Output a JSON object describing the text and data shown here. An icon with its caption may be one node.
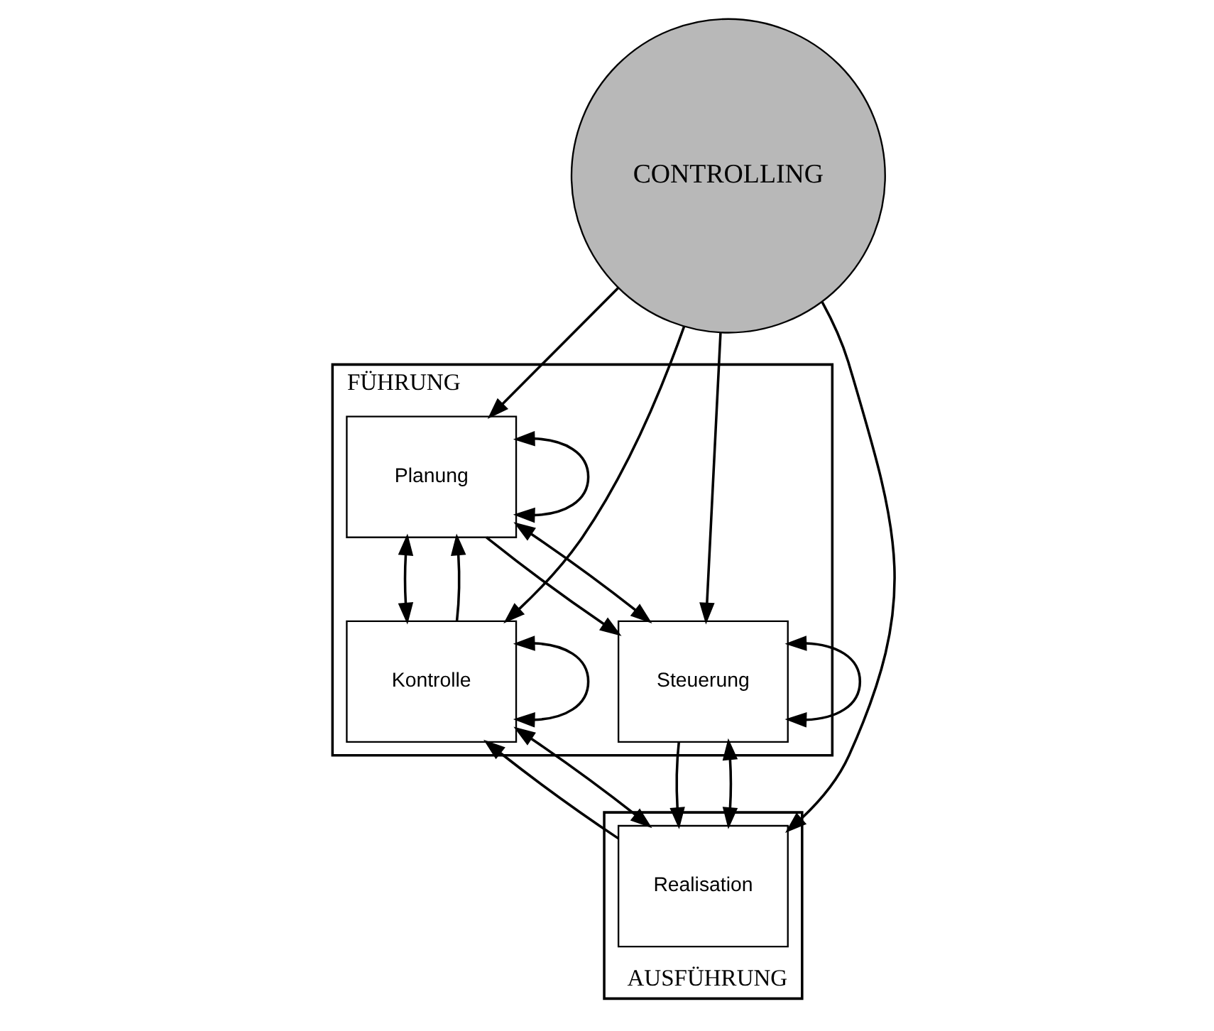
{
  "diagram": {
    "nodes": [
      {
        "text": [
          "FÜHRUNG"
        ]
      },
      {
        "text": [
          "Planung"
        ],
        "in": 0
      },
      {
        "text": [
          "Kontrolle"
        ],
        "in": 0
      },
      {
        "text": [
          "CONTROLLING"
        ]
      },
      {
        "text": [
          "Steuerung"
        ],
        "in": 0
      },
      {
        "text": [
          "AUSFÜHRUNG"
        ]
      },
      {
        "text": [
          "Realisation"
        ],
        "in": 5
      }
    ],
    "edges": [
      {
        "from": 2,
        "to": 1,
        "arrow": "to"
      },
      {
        "from": 1,
        "to": 4,
        "arrow": "to"
      },
      {
        "from": 4,
        "to": 6,
        "arrow": "to"
      },
      {
        "from": 6,
        "to": 2,
        "arrow": "to"
      },
      {
        "from": 1,
        "to": 2,
        "arrow": "both"
      },
      {
        "from": 1,
        "to": 4,
        "arrow": "both"
      },
      {
        "from": 2,
        "to": 6,
        "arrow": "both"
      },
      {
        "from": 4,
        "to": 6,
        "arrow": "both"
      },
      {
        "from": 3,
        "to": 1,
        "arrow": "to"
      },
      {
        "from": 3,
        "to": 2,
        "arrow": "to"
      },
      {
        "from": 3,
        "to": 4,
        "arrow": "to"
      },
      {
        "from": 3,
        "to": 6,
        "arrow": "to"
      },
      {
        "from": 1,
        "to": 1,
        "arrow": "both"
      },
      {
        "from": 2,
        "to": 2,
        "arrow": "both"
      },
      {
        "from": 4,
        "to": 4,
        "arrow": "both"
      }
    ]
  }
}
